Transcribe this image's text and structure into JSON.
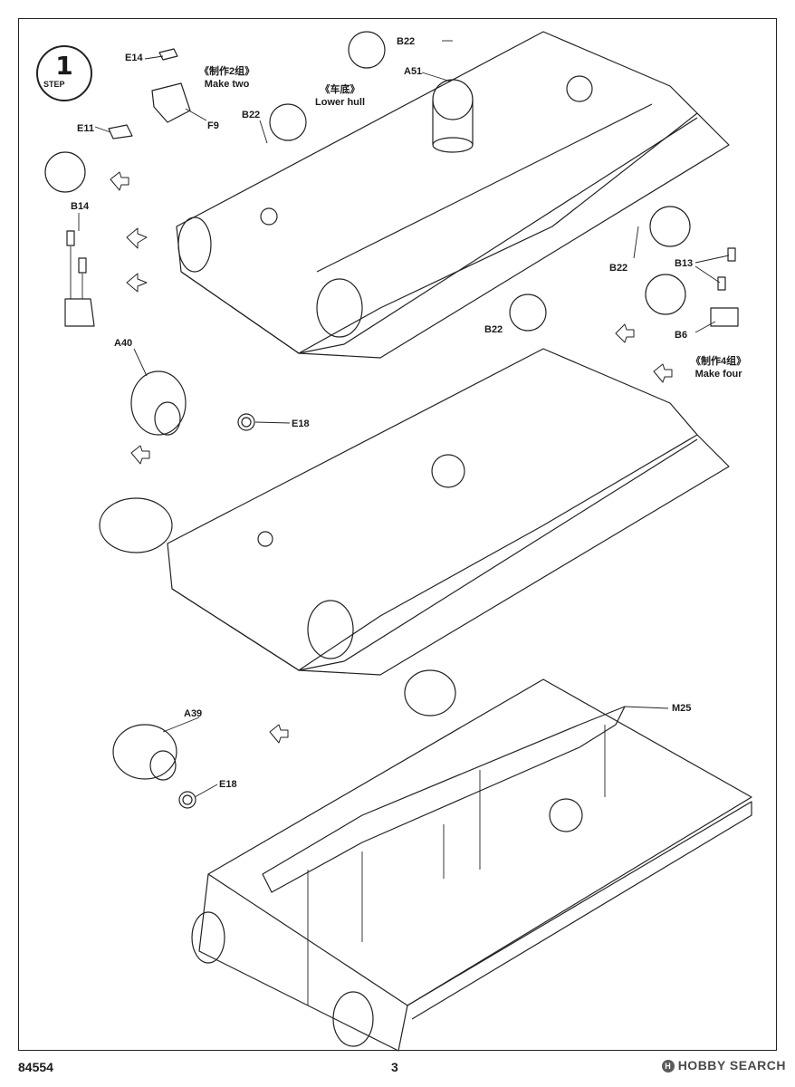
{
  "step": {
    "number": "1",
    "word": "STEP"
  },
  "labels": {
    "e14": "E14",
    "e11": "E11",
    "f9": "F9",
    "b22_a": "B22",
    "b22_b": "B22",
    "b22_c": "B22",
    "b22_d": "B22",
    "a51": "A51",
    "b14": "B14",
    "b13": "B13",
    "b6": "B6",
    "a40": "A40",
    "e18_a": "E18",
    "a39": "A39",
    "e18_b": "E18",
    "m25": "M25"
  },
  "notes": {
    "make_two_cn": "《制作2组》",
    "make_two_en": "Make two",
    "lower_hull_cn": "《车底》",
    "lower_hull_en": "Lower hull",
    "make_four_cn": "《制作4组》",
    "make_four_en": "Make four"
  },
  "footer": {
    "catalog_number": "84554",
    "page_number": "3"
  },
  "watermark": {
    "logo_letter": "H",
    "text": "HOBBY SEARCH"
  }
}
